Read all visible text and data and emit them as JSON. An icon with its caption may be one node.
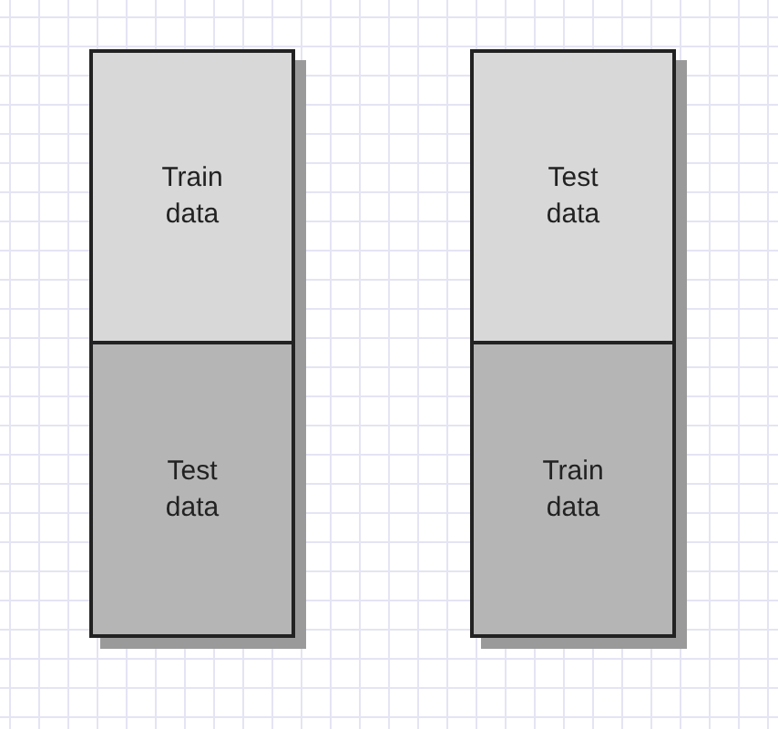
{
  "diagram": {
    "nodes": [
      {
        "text": [
          "Train data"
        ]
      },
      {
        "text": [
          "Test data"
        ]
      },
      {
        "text": [
          "Test data"
        ]
      },
      {
        "text": [
          "Train data"
        ]
      }
    ]
  }
}
